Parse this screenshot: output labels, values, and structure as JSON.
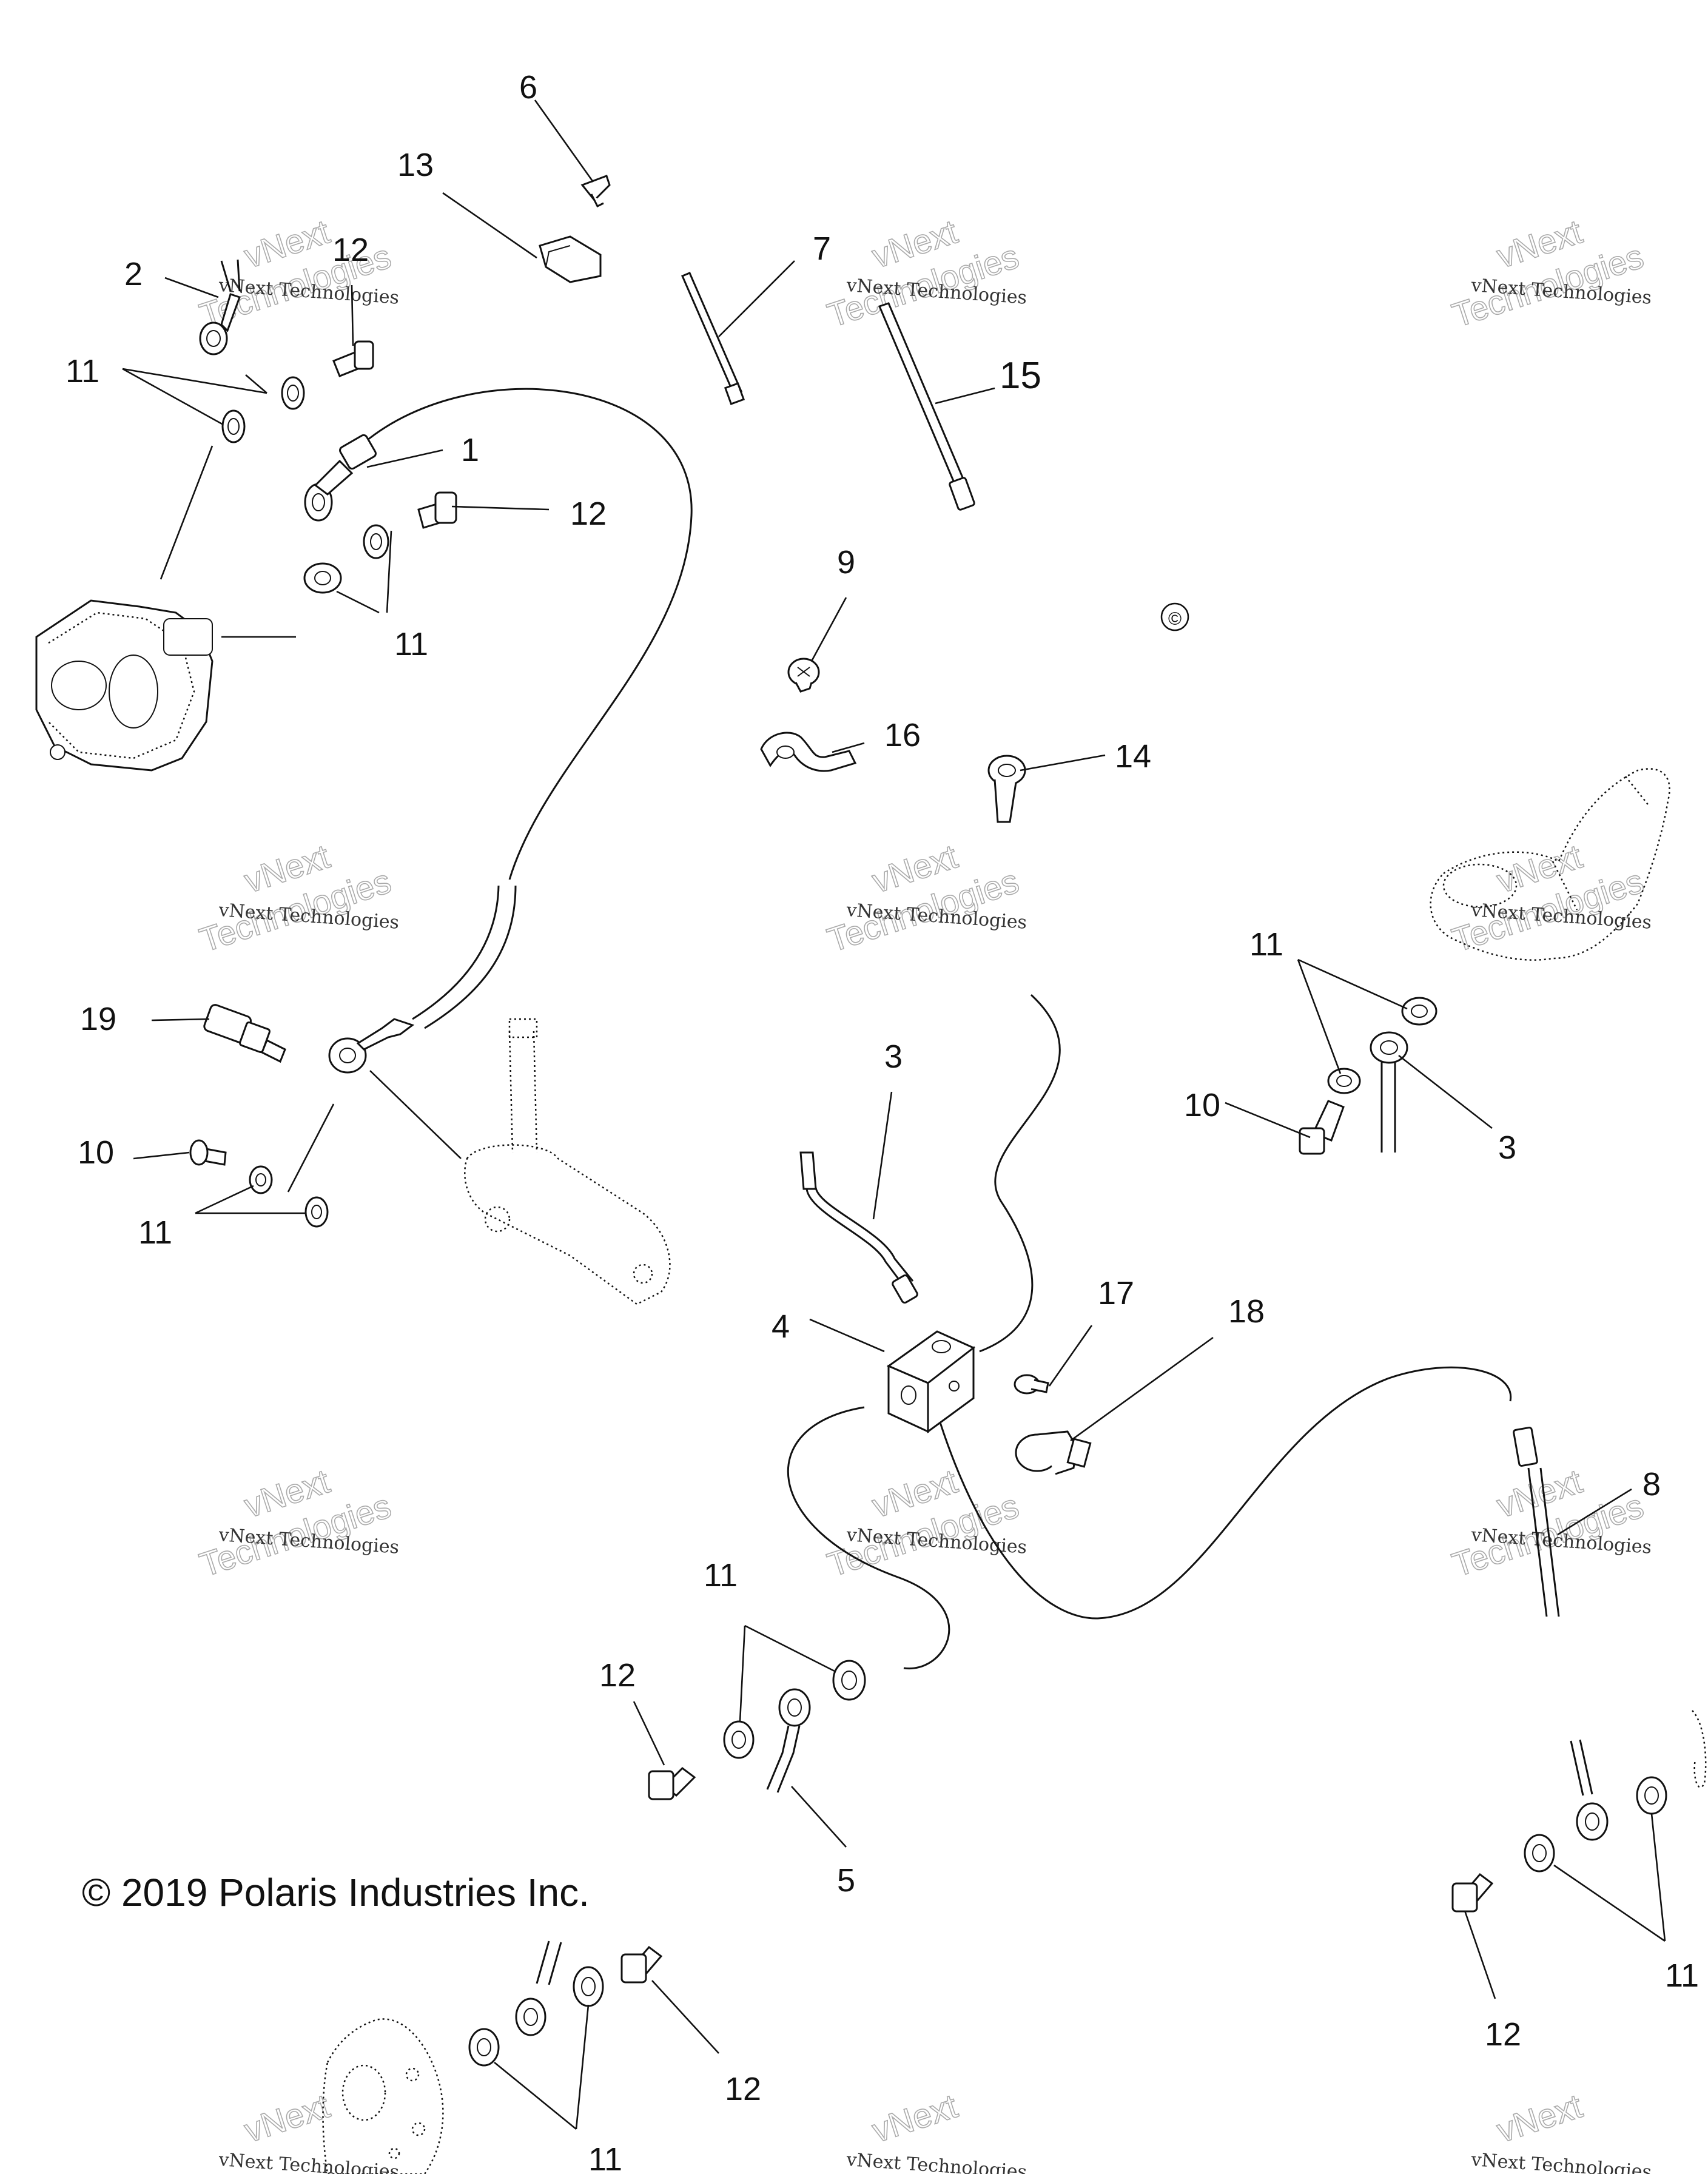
{
  "watermark": {
    "line1": "vNext",
    "line2": "Technologies",
    "combined": "vNext Technologies"
  },
  "copyright": "© 2019 Polaris Industries Inc.",
  "copyright_symbol": "©",
  "callouts": {
    "c1": "1",
    "c2": "2",
    "c3a": "3",
    "c3b": "3",
    "c4": "4",
    "c5": "5",
    "c6": "6",
    "c7": "7",
    "c8": "8",
    "c9": "9",
    "c10a": "10",
    "c10b": "10",
    "c11a": "11",
    "c11b": "11",
    "c11c": "11",
    "c11d": "11",
    "c11e": "11",
    "c11f": "11",
    "c11g": "11",
    "c12a": "12",
    "c12b": "12",
    "c12c": "12",
    "c12d": "12",
    "c12e": "12",
    "c13": "13",
    "c14": "14",
    "c15": "15",
    "c16": "16",
    "c17": "17",
    "c18": "18",
    "c19": "19"
  }
}
